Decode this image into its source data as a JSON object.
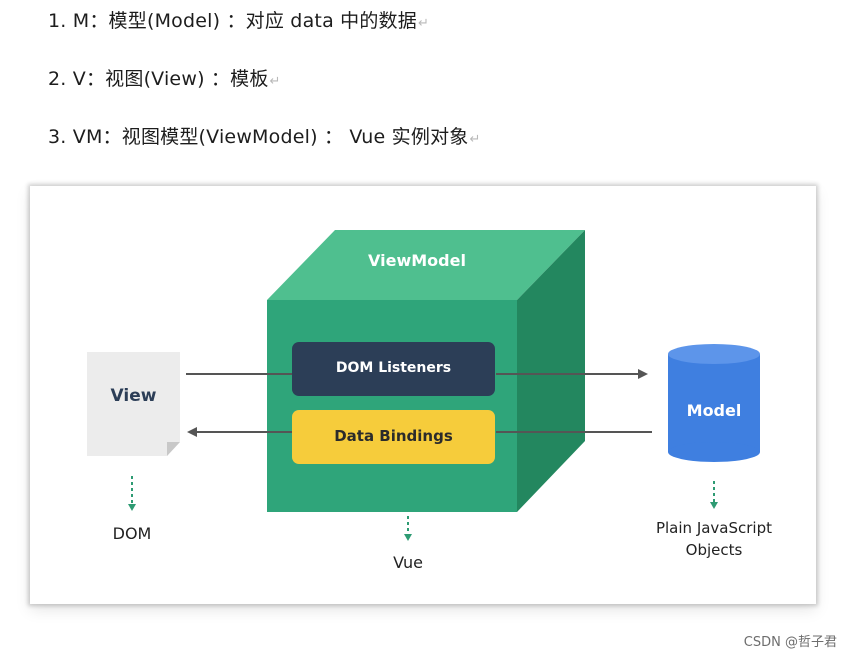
{
  "notes": {
    "line1": "1. M：模型(Model) ：对应 data 中的数据",
    "line2": "2. V：视图(View) ：模板",
    "line3": "3. VM：视图模型(ViewModel) ： Vue 实例对象",
    "return_mark": "↵"
  },
  "diagram": {
    "viewmodel_label": "ViewModel",
    "dom_listeners_label": "DOM Listeners",
    "data_bindings_label": "Data Bindings",
    "view_label": "View",
    "model_label": "Model",
    "dom_caption": "DOM",
    "vue_caption": "Vue",
    "model_caption_line1": "Plain JavaScript",
    "model_caption_line2": "Objects",
    "colors": {
      "cube_front": "#2fa57a",
      "cube_top": "#4fbf8f",
      "cube_side": "#23875f",
      "dom_listeners_bg": "#2c3e57",
      "data_bindings_bg": "#f6cc3b",
      "model_blue": "#3f7fe0",
      "model_top": "#5d95ea",
      "view_doc": "#ececec",
      "arrow": "#555555",
      "dotted_arrow": "#2e9b73"
    }
  },
  "watermark": "CSDN @哲子君"
}
